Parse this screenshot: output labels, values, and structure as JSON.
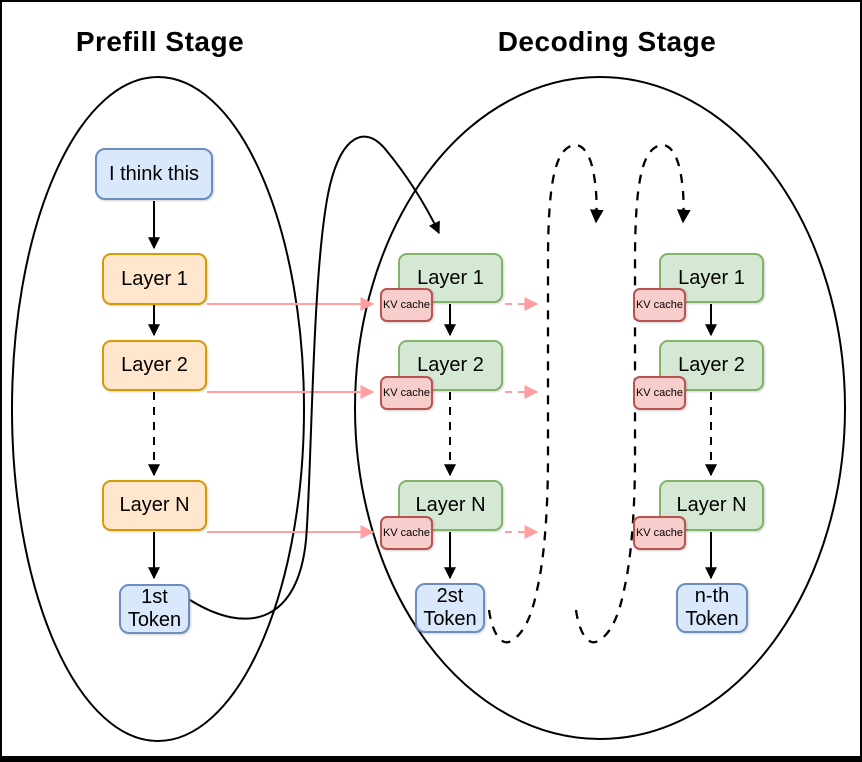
{
  "titles": {
    "prefill": "Prefill Stage",
    "decoding": "Decoding Stage"
  },
  "prefill": {
    "input": "I think this",
    "layers": [
      "Layer 1",
      "Layer 2",
      "Layer N"
    ],
    "token": "1st Token"
  },
  "decoding": {
    "kv_label": "KV cache",
    "col1": {
      "layers": [
        "Layer 1",
        "Layer 2",
        "Layer N"
      ],
      "token": "2st Token"
    },
    "col2": {
      "layers": [
        "Layer 1",
        "Layer 2",
        "Layer N"
      ],
      "token": "n-th Token"
    }
  },
  "colors": {
    "blue_fill": "#dae8fc",
    "blue_stroke": "#6c8ebf",
    "orange_fill": "#ffe6cc",
    "orange_stroke": "#d79b00",
    "green_fill": "#d5e8d4",
    "green_stroke": "#82b366",
    "red_fill": "#f8cecc",
    "red_stroke": "#b85450",
    "pink_arrow": "#ff9f9f",
    "line": "#000000",
    "background": "#ffffff"
  }
}
